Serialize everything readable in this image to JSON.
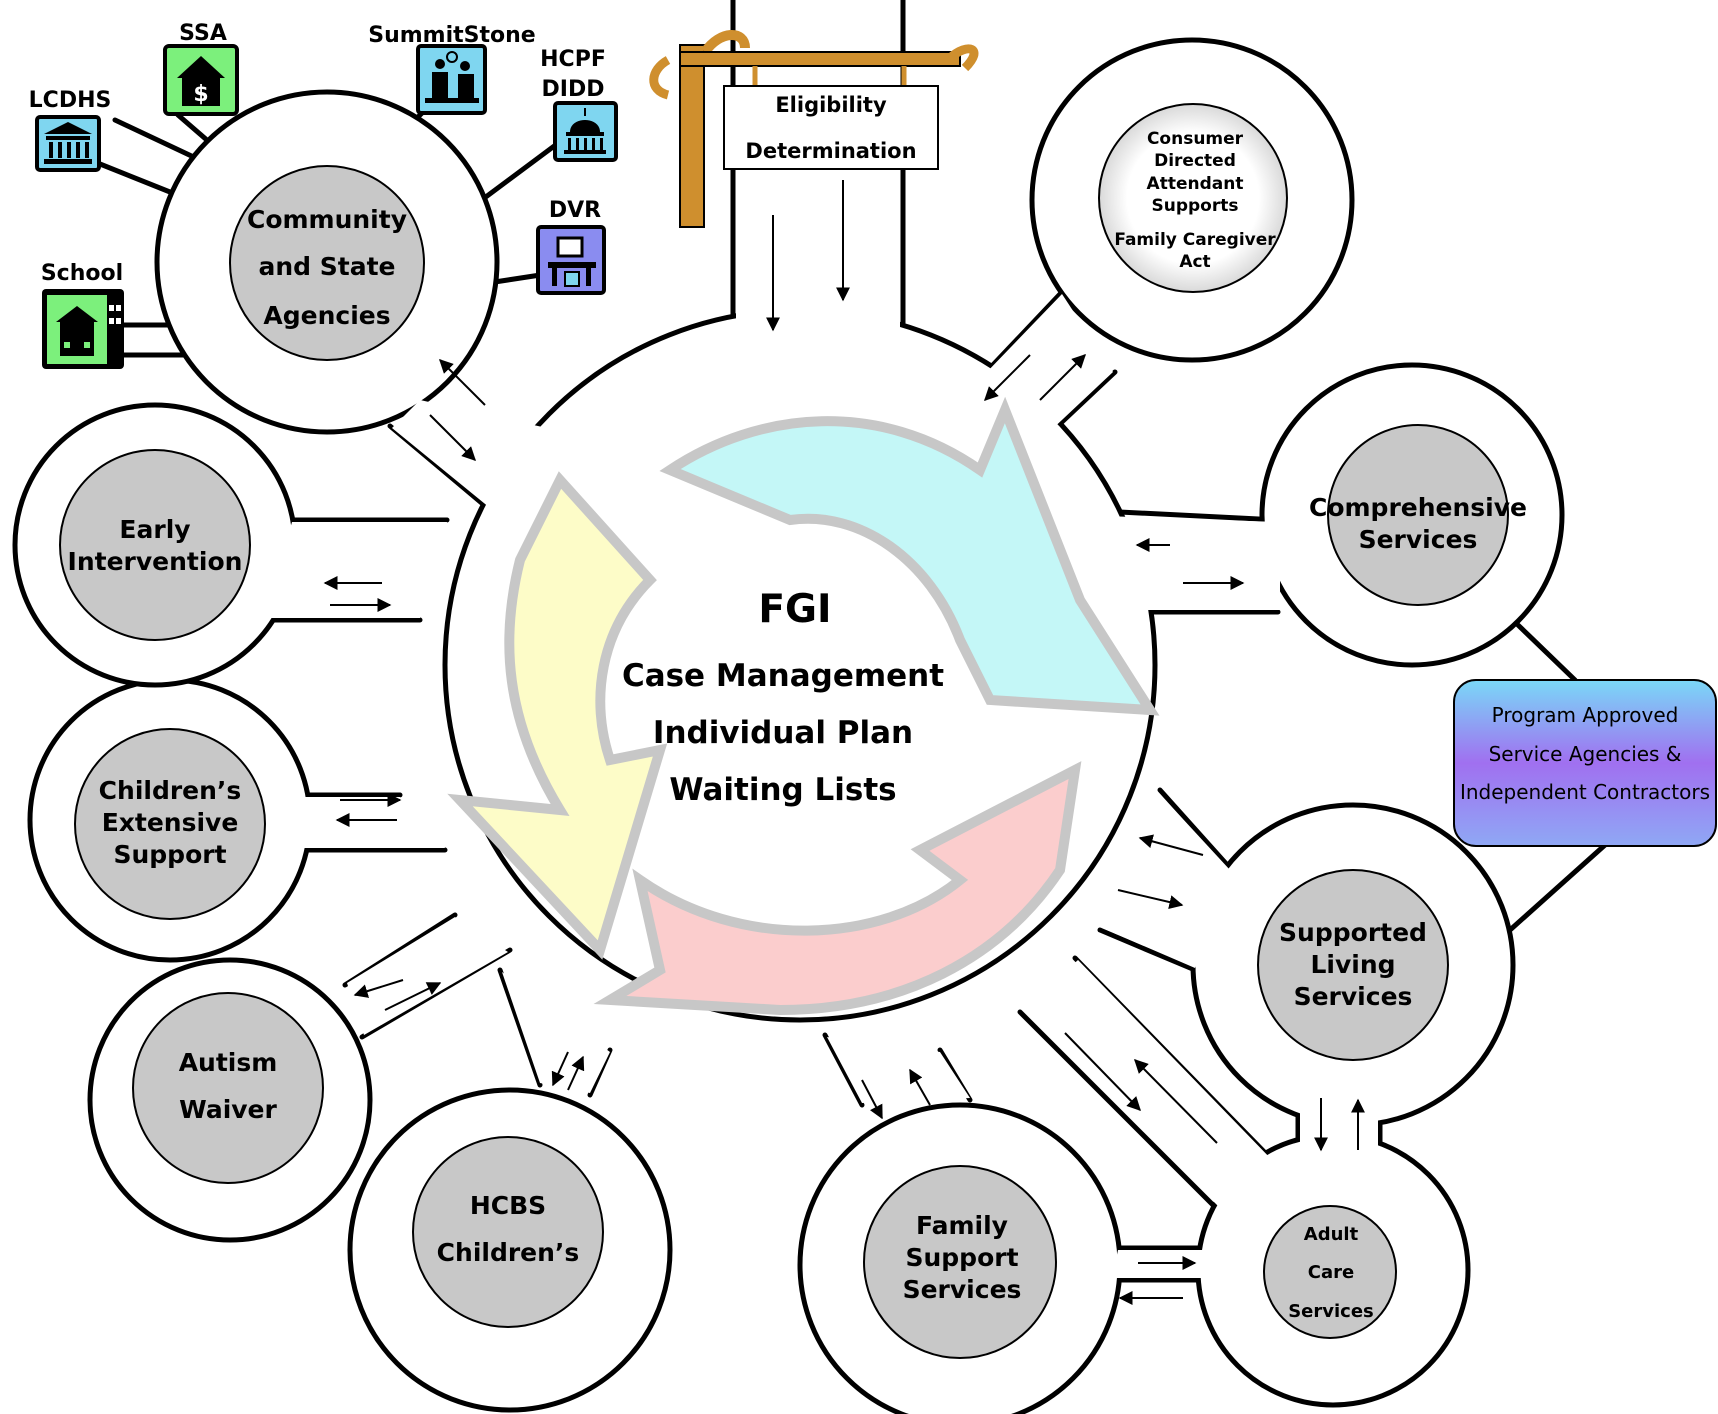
{
  "hub": {
    "title": "FGI",
    "lines": [
      "Case Management",
      "Individual Plan",
      "Waiting Lists"
    ]
  },
  "eligibility": {
    "line1": "Eligibility",
    "line2": "Determination"
  },
  "community": {
    "line1": "Community",
    "line2": "and State",
    "line3": "Agencies"
  },
  "agencies": {
    "ssa": "SSA",
    "summitstone": "SummitStone",
    "hcpf_line1": "HCPF",
    "hcpf_line2": "DIDD",
    "lcdhs": "LCDHS",
    "dvr": "DVR",
    "school": "School"
  },
  "consumer": {
    "lines": [
      "Consumer",
      "Directed",
      "Attendant",
      "Supports"
    ],
    "family_caregiver_line1": "Family Caregiver",
    "family_caregiver_line2": "Act"
  },
  "comprehensive": {
    "line1": "Comprehensive",
    "line2": "Services"
  },
  "program_agencies": {
    "line1": "Program Approved",
    "line2": "Service Agencies &",
    "line3": "Independent Contractors"
  },
  "supported_living": {
    "line1": "Supported",
    "line2": "Living",
    "line3": "Services"
  },
  "adult_care": {
    "line1": "Adult",
    "line2": "Care",
    "line3": "Services"
  },
  "family_support": {
    "line1": "Family",
    "line2": "Support",
    "line3": "Services"
  },
  "hcbs": {
    "line1": "HCBS",
    "line2": "Children’s"
  },
  "autism": {
    "line1": "Autism",
    "line2": "Waiver"
  },
  "childrens_extensive": {
    "line1": "Children’s",
    "line2": "Extensive",
    "line3": "Support"
  },
  "early_intervention": {
    "line1": "Early",
    "line2": "Intervention"
  },
  "colors": {
    "gray_fill": "#c8c8c8",
    "cycle_cyan": "#c4f7f7",
    "cycle_yellow": "#fdfcc8",
    "cycle_pink": "#fbcdcd",
    "green_icon": "#7cf07c",
    "blue_icon": "#7fd6f0",
    "dvr_icon": "#8a8cf0",
    "post_wood": "#cf8f2e"
  }
}
